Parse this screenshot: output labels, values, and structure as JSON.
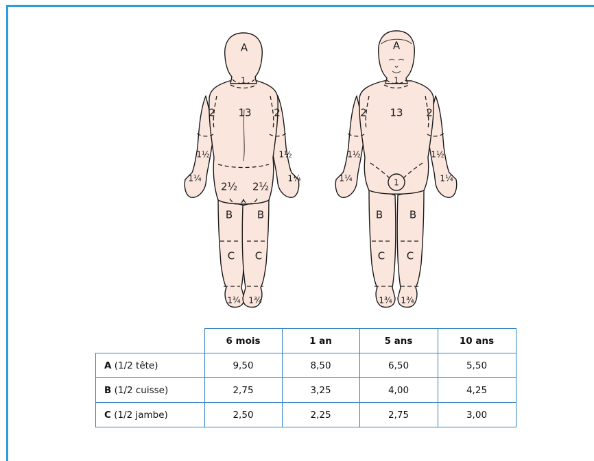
{
  "back_figure_labels": {
    "head": "A",
    "neck": "1",
    "trunk": "13",
    "upper_arm_left": "2",
    "upper_arm_right": "2",
    "forearm_left": "1½",
    "forearm_right": "1½",
    "hand_left": "1¼",
    "hand_right": "1¼",
    "buttock_left": "2½",
    "buttock_right": "2½",
    "thigh_left": "B",
    "thigh_right": "B",
    "leg_left": "C",
    "leg_right": "C",
    "foot_left": "1¾",
    "foot_right": "1¾"
  },
  "front_figure_labels": {
    "head": "A",
    "neck": "1",
    "trunk": "13",
    "upper_arm_left": "2",
    "upper_arm_right": "2",
    "forearm_left": "1½",
    "forearm_right": "1½",
    "hand_left": "1¼",
    "hand_right": "1¼",
    "genitals": "1",
    "thigh_left": "B",
    "thigh_right": "B",
    "leg_left": "C",
    "leg_right": "C",
    "foot_left": "1¾",
    "foot_right": "1¾"
  },
  "table": {
    "headers": [
      "6 mois",
      "1 an",
      "5 ans",
      "10 ans"
    ],
    "rows": [
      {
        "letter": "A",
        "desc": " (1/2 tête)",
        "values": [
          "9,50",
          "8,50",
          "6,50",
          "5,50"
        ]
      },
      {
        "letter": "B",
        "desc": " (1/2 cuisse)",
        "values": [
          "2,75",
          "3,25",
          "4,00",
          "4,25"
        ]
      },
      {
        "letter": "C",
        "desc": " (1/2 jambe)",
        "values": [
          "2,50",
          "2,25",
          "2,75",
          "3,00"
        ]
      }
    ]
  },
  "colors": {
    "frame": "#2f9bd6",
    "table_border": "#2f7fc0",
    "skin": "#fbe6de"
  }
}
